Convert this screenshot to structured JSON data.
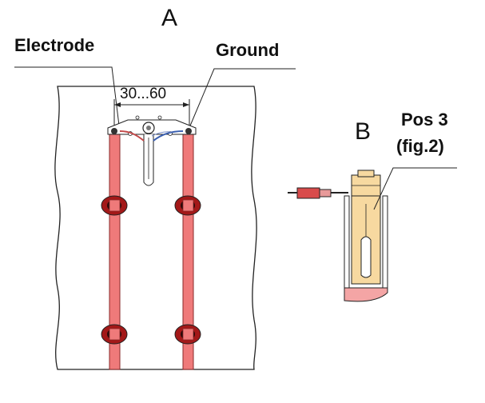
{
  "labels": {
    "view_a": "A",
    "view_b": "B",
    "electrode": "Electrode",
    "ground": "Ground",
    "dimension": "30...60",
    "pos_line1": "Pos 3",
    "pos_line2": "(fig.2)"
  },
  "colors": {
    "rod": "#ef7a7a",
    "rod_outline": "#8a2a2a",
    "clamp": "#a31818",
    "insulator": "#f7d9a0",
    "ground_wire": "#3a5fb0",
    "line": "#222222"
  }
}
